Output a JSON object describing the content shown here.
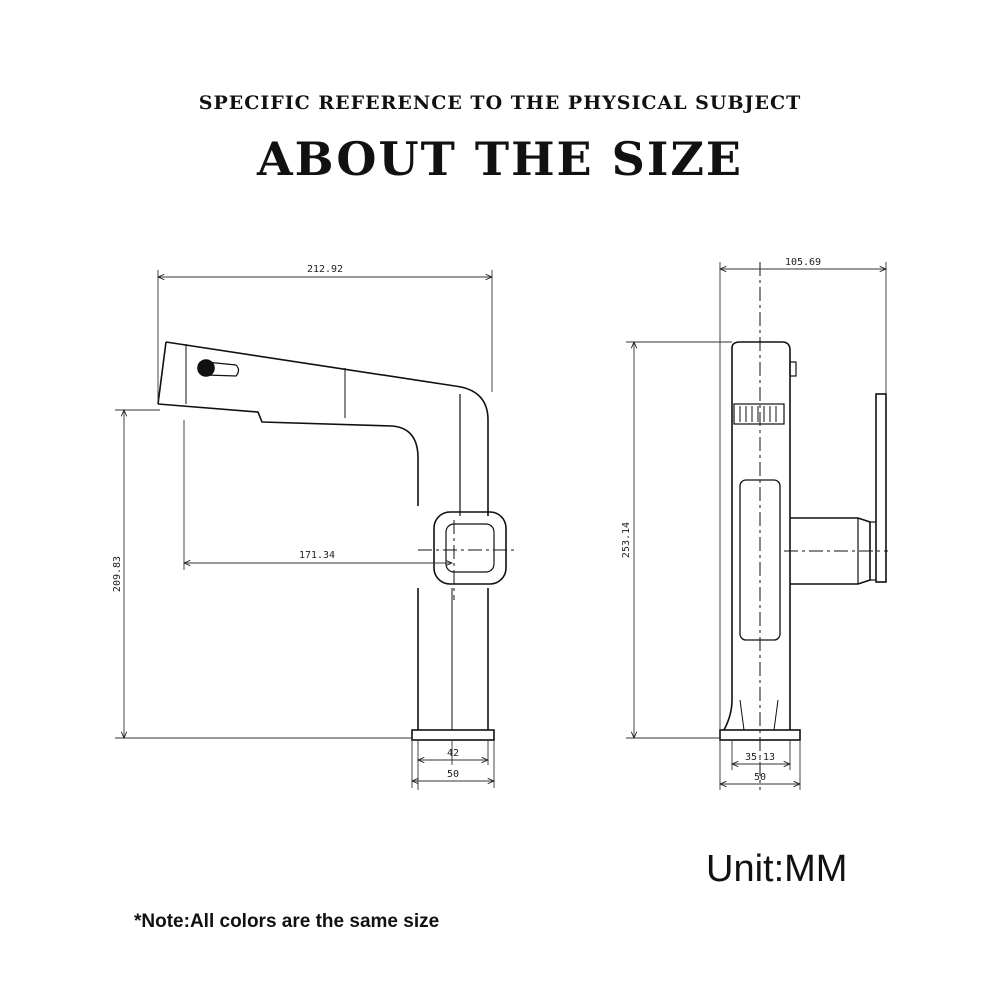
{
  "header": {
    "subtitle": "SPECIFIC REFERENCE TO THE PHYSICAL SUBJECT",
    "title": "ABOUT THE SIZE"
  },
  "front_view": {
    "overall_width": "212.92",
    "spout_reach": "171.34",
    "spout_height": "209.83",
    "body_width": "42",
    "base_width": "50"
  },
  "side_view": {
    "overall_depth": "105.69",
    "overall_height": "253.14",
    "body_width": "35.13",
    "base_width": "50"
  },
  "footer": {
    "unit": "Unit:MM",
    "note": "*Note:All colors are the same size"
  }
}
